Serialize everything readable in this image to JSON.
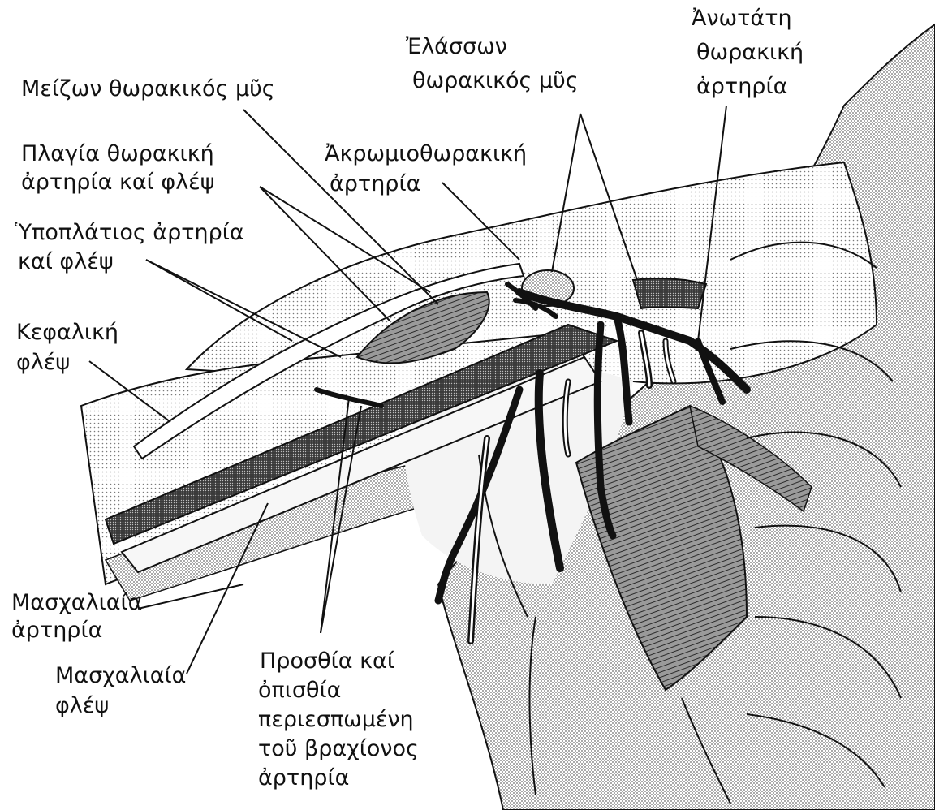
{
  "labels": {
    "pectoralis_major": "Μείζων θωρακικός μῦς",
    "pectoralis_minor_1": "Ἐλάσσων",
    "pectoralis_minor_2": "θωρακικός μῦς",
    "superior_thoracic_1": "Ἀνωτάτη",
    "superior_thoracic_2": "θωρακική",
    "superior_thoracic_3": "ἀρτηρία",
    "lateral_thoracic_1": "Πλαγία θωρακική",
    "lateral_thoracic_2": "ἀρτηρία καί φλέψ",
    "thoracoacromial_1": "Ἀκρωμιοθωρακική",
    "thoracoacromial_2": "ἀρτηρία",
    "subscapular_1": "Ὑποπλάτιος ἀρτηρία",
    "subscapular_2": "καί φλέψ",
    "cephalic_1": "Κεφαλική",
    "cephalic_2": "φλέψ",
    "axillary_artery_1": "Μασχαλιαία",
    "axillary_artery_2": "ἀρτηρία",
    "axillary_vein_1": "Μασχαλιαία",
    "axillary_vein_2": "φλέψ",
    "circumflex_1": "Προσθία καί",
    "circumflex_2": "ὀπισθία",
    "circumflex_3": "περιεσπωμένη",
    "circumflex_4": "τοῦ βραχίονος",
    "circumflex_5": "ἀρτηρία"
  },
  "colors": {
    "ink": "#111111",
    "stipple": "#8c8c8c",
    "muscle": "#5a5a5a",
    "paper": "#ffffff"
  }
}
